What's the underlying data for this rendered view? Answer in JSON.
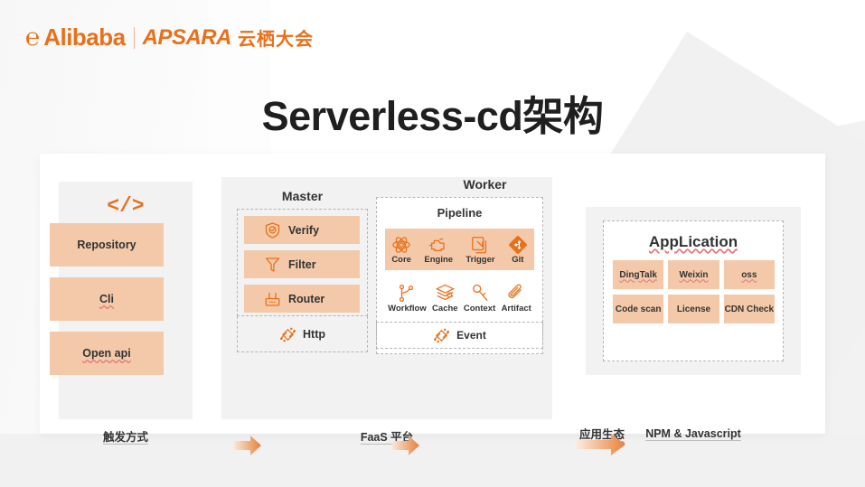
{
  "brand": {
    "mark_icon": "alibaba-logo-icon",
    "alibaba": "Alibaba",
    "apsara": "APSARA",
    "conference_cn": "云栖大会",
    "accent_color": "#E8701A"
  },
  "title": "Serverless-cd架构",
  "colors": {
    "accent": "#E8701A",
    "box_fill": "#F4C9A9",
    "panel_bg": "#f2f2f2",
    "card_bg": "#ffffff",
    "text": "#333333",
    "dash_border": "#b5b5b5"
  },
  "trigger_column": {
    "caption": "触发方式",
    "code_icon_text": "</>",
    "arrow_icon": "down-arrow-icon",
    "items": [
      {
        "label": "Repository",
        "squiggle": false
      },
      {
        "label": "Cli",
        "squiggle": true
      },
      {
        "label": "Open api",
        "squiggle": true
      }
    ]
  },
  "faas_panel": {
    "caption": "FaaS 平台",
    "master": {
      "title": "Master",
      "rows": [
        {
          "label": "Verify",
          "icon": "shield-check-icon"
        },
        {
          "label": "Filter",
          "icon": "funnel-icon"
        },
        {
          "label": "Router",
          "icon": "router-icon"
        }
      ],
      "protocol": {
        "label": "Http",
        "icon": "network-nodes-icon"
      }
    },
    "worker": {
      "title": "Worker",
      "pipeline_label": "Pipeline",
      "pipeline_items": [
        {
          "label": "Core",
          "icon": "atom-icon"
        },
        {
          "label": "Engine",
          "icon": "engine-icon"
        },
        {
          "label": "Trigger",
          "icon": "trigger-copy-icon"
        },
        {
          "label": "Git",
          "icon": "git-icon"
        }
      ],
      "secondary_items": [
        {
          "label": "Workflow",
          "icon": "workflow-branch-icon"
        },
        {
          "label": "Cache",
          "icon": "cache-stack-icon"
        },
        {
          "label": "Context",
          "icon": "key-icon"
        },
        {
          "label": "Artifact",
          "icon": "paperclip-icon"
        }
      ],
      "event": {
        "label": "Event",
        "icon": "network-nodes-icon"
      }
    }
  },
  "application_panel": {
    "caption": "NPM & Javascript",
    "title": "AppLication",
    "cells": [
      "DingTalk",
      "Weixin",
      "oss",
      "Code scan",
      "License",
      "CDN Check"
    ]
  },
  "connectors": {
    "arrow_1_icon": "right-arrow-icon",
    "arrow_2_icon": "right-arrow-icon",
    "arrow_3_icon": "right-arrow-icon",
    "arrow_3_label": "应用生态"
  }
}
